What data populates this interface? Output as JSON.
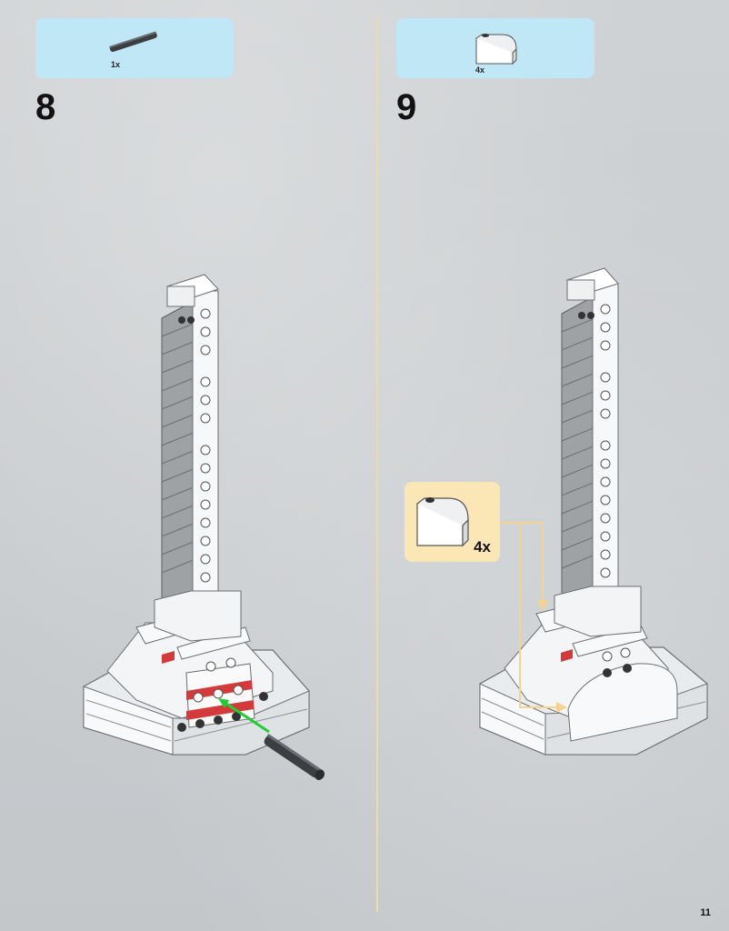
{
  "steps": [
    {
      "number": "8",
      "parts": [
        {
          "qty": "1x",
          "icon": "black-axle-icon"
        }
      ]
    },
    {
      "number": "9",
      "parts": [
        {
          "qty": "4x",
          "icon": "white-curved-slope-icon"
        }
      ],
      "callout": {
        "qty": "4x",
        "icon": "white-curved-slope-icon"
      }
    }
  ],
  "page": {
    "number": "11"
  },
  "colors": {
    "parts_box": "#bfe7f6",
    "callout": "#fbe6b5",
    "divider": "#f2d9a6",
    "arrow": "#22cc33"
  }
}
